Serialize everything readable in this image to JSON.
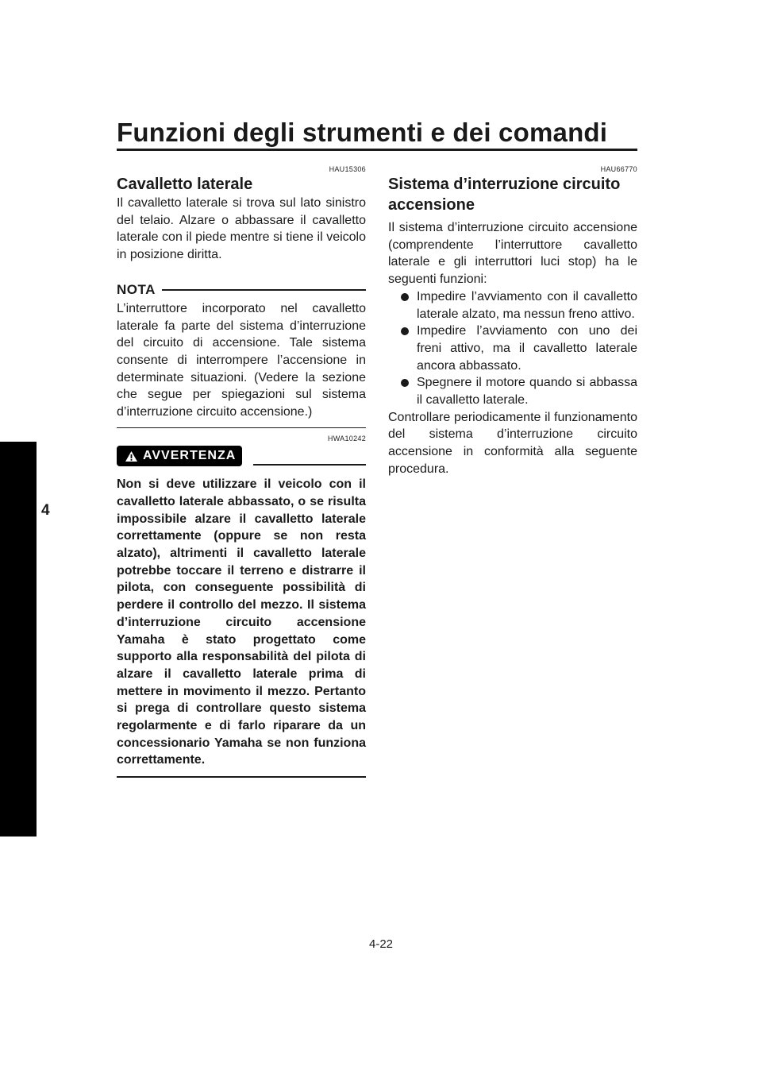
{
  "header": {
    "title": "Funzioni degli strumenti e dei comandi"
  },
  "chapter_tab": {
    "number": "4"
  },
  "left_column": {
    "section_code": "HAU15306",
    "heading": "Cavalletto laterale",
    "intro": "Il cavalletto laterale si trova sul lato sinistro del telaio. Alzare o abbassare il cavalletto laterale con il piede mentre si tiene il veicolo in posizione diritta.",
    "nota": {
      "label": "NOTA",
      "text": "L’interruttore incorporato nel cavalletto laterale fa parte del sistema d’interruzione del circuito di accensione. Tale sistema consente di interrompere l’accensione in determinate situazioni. (Vedere la sezione che segue per spiegazioni sul sistema d’interruzione circuito accensione.)"
    },
    "warning": {
      "code": "HWA10242",
      "label": "AVVERTENZA",
      "text": "Non si deve utilizzare il veicolo con il cavalletto laterale abbassato, o se risulta impossibile alzare il cavalletto laterale correttamente (oppure se non resta alzato), altrimenti il cavalletto laterale potrebbe toccare il terreno e distrarre il pilota, con conseguente possibilità di perdere il controllo del mezzo. Il sistema d’interruzione circuito accensione Yamaha è stato progettato come supporto alla responsabilità del pilota di alzare il cavalletto laterale prima di mettere in movimento il mezzo. Pertanto si prega di controllare questo sistema regolarmente e di farlo riparare da un concessionario Yamaha se non funziona correttamente."
    }
  },
  "right_column": {
    "section_code": "HAU66770",
    "heading": "Sistema d’interruzione circuito accensione",
    "intro": "Il sistema d’interruzione circuito accensione (comprendente l’interruttore cavalletto laterale e gli interruttori luci stop) ha le seguenti funzioni:",
    "bullets": [
      "Impedire l’avviamento con il cavalletto laterale alzato, ma nessun freno attivo.",
      "Impedire l’avviamento con uno dei freni attivo, ma il cavalletto laterale ancora abbassato.",
      "Spegnere il motore quando si abbassa il cavalletto laterale."
    ],
    "outro": "Controllare periodicamente il funzionamento del sistema d’interruzione circuito accensione in conformità alla seguente procedura."
  },
  "footer": {
    "page_number": "4-22"
  }
}
